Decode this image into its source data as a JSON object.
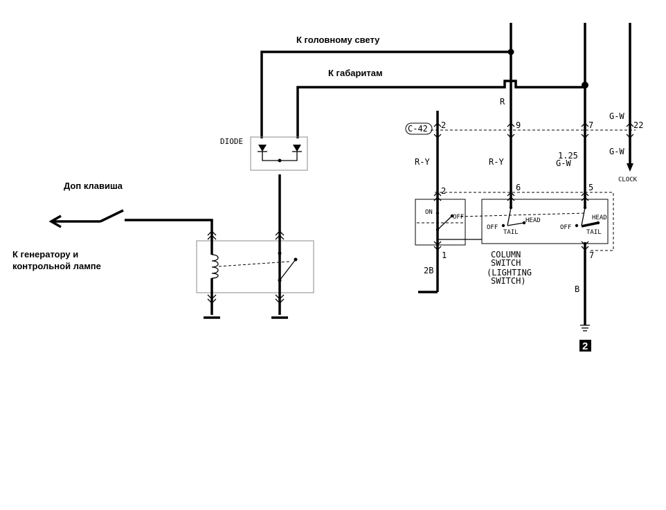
{
  "annotations": {
    "headlight": "К головному свету",
    "parking": "К габаритам",
    "extra_switch": "Доп клавиша",
    "generator_1": "К генератору и",
    "generator_2": "контрольной лампе"
  },
  "diode_label": "DIODE",
  "connector": "C-42",
  "pins": {
    "p2_top": "2",
    "p9_top": "9",
    "p7_top": "7",
    "p22": "22",
    "p2_sw": "2",
    "p6": "6",
    "p5": "5",
    "p1": "1",
    "p7_bot": "7"
  },
  "wires": {
    "r": "R",
    "gw_top": "G-W",
    "gw_mid": "G-W",
    "ry_left": "R-Y",
    "ry_mid": "R-Y",
    "size_125": "1.25",
    "gw_125": "G-W",
    "b2": "2B",
    "b": "B"
  },
  "clock": "CLOCK",
  "switch_labels": {
    "on": "ON",
    "off1": "OFF",
    "off2": "OFF",
    "tail1": "TAIL",
    "head1": "HEAD",
    "off3": "OFF",
    "tail2": "TAIL",
    "head2": "HEAD"
  },
  "column_switch": {
    "line1": "COLUMN",
    "line2": "SWITCH",
    "line3": "(LIGHTING",
    "line4": "SWITCH)"
  },
  "ground_number": "2"
}
